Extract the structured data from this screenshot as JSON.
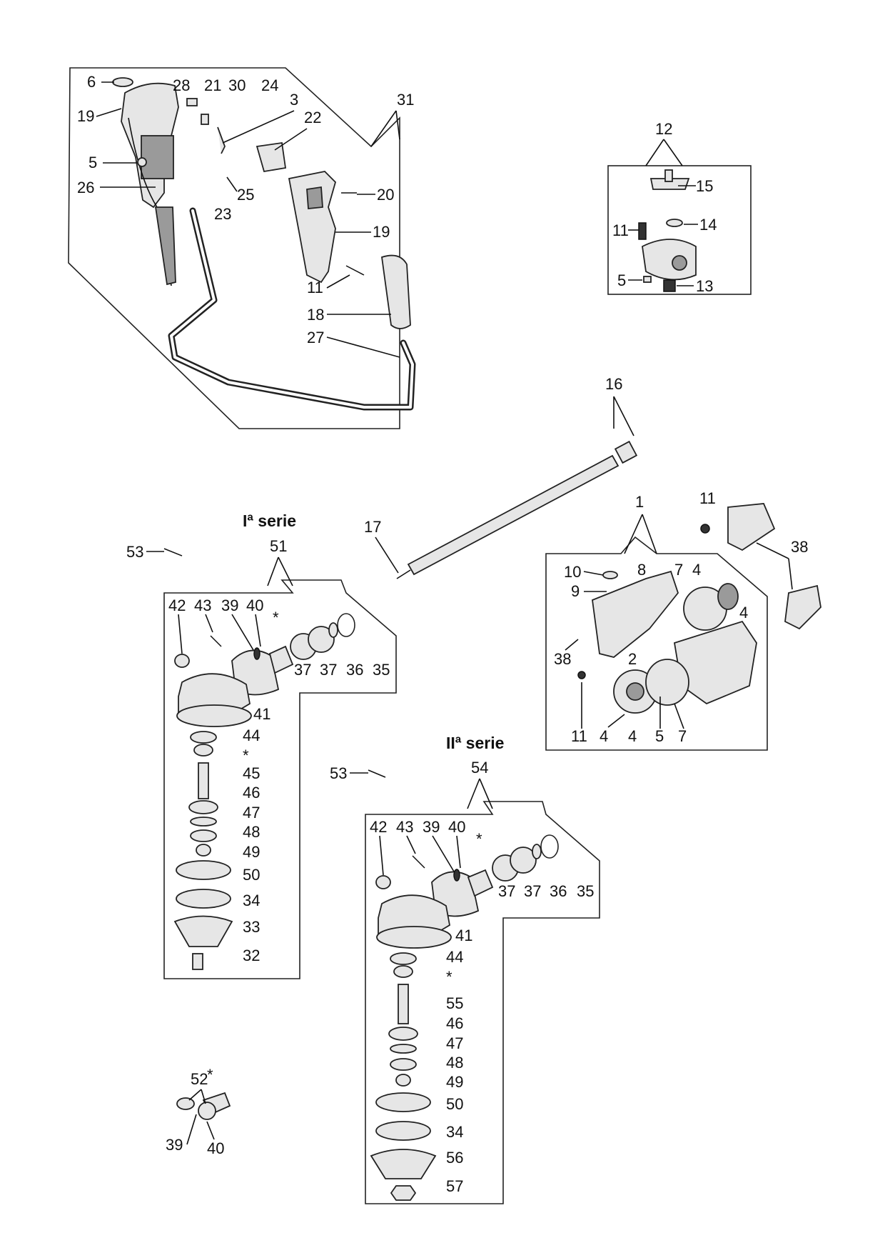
{
  "sections": {
    "serie_1_title": "Iª serie",
    "serie_2_title": "IIª serie"
  },
  "labels": {
    "handle_group": [
      "6",
      "28",
      "21",
      "30",
      "24",
      "3",
      "31",
      "19",
      "22",
      "5",
      "26",
      "25",
      "23",
      "20",
      "19",
      "11",
      "18",
      "27"
    ],
    "bracket_group": [
      "12",
      "15",
      "11",
      "14",
      "5",
      "13"
    ],
    "shaft": [
      "16",
      "17"
    ],
    "clutch_group": [
      "1",
      "11",
      "38",
      "10",
      "8",
      "7",
      "4",
      "9",
      "4",
      "38",
      "2",
      "11",
      "4",
      "4",
      "5",
      "7"
    ],
    "gearhead_1": [
      "53",
      "51",
      "42",
      "43",
      "39",
      "40",
      "*",
      "37",
      "37",
      "36",
      "35",
      "41",
      "44",
      "*",
      "45",
      "46",
      "47",
      "48",
      "49",
      "50",
      "34",
      "33",
      "32"
    ],
    "gearhead_2": [
      "53",
      "54",
      "42",
      "43",
      "39",
      "40",
      "*",
      "37",
      "37",
      "36",
      "35",
      "41",
      "44",
      "*",
      "55",
      "46",
      "47",
      "48",
      "49",
      "50",
      "34",
      "56",
      "57"
    ],
    "kit": [
      "52",
      "*",
      "39",
      "40"
    ]
  }
}
